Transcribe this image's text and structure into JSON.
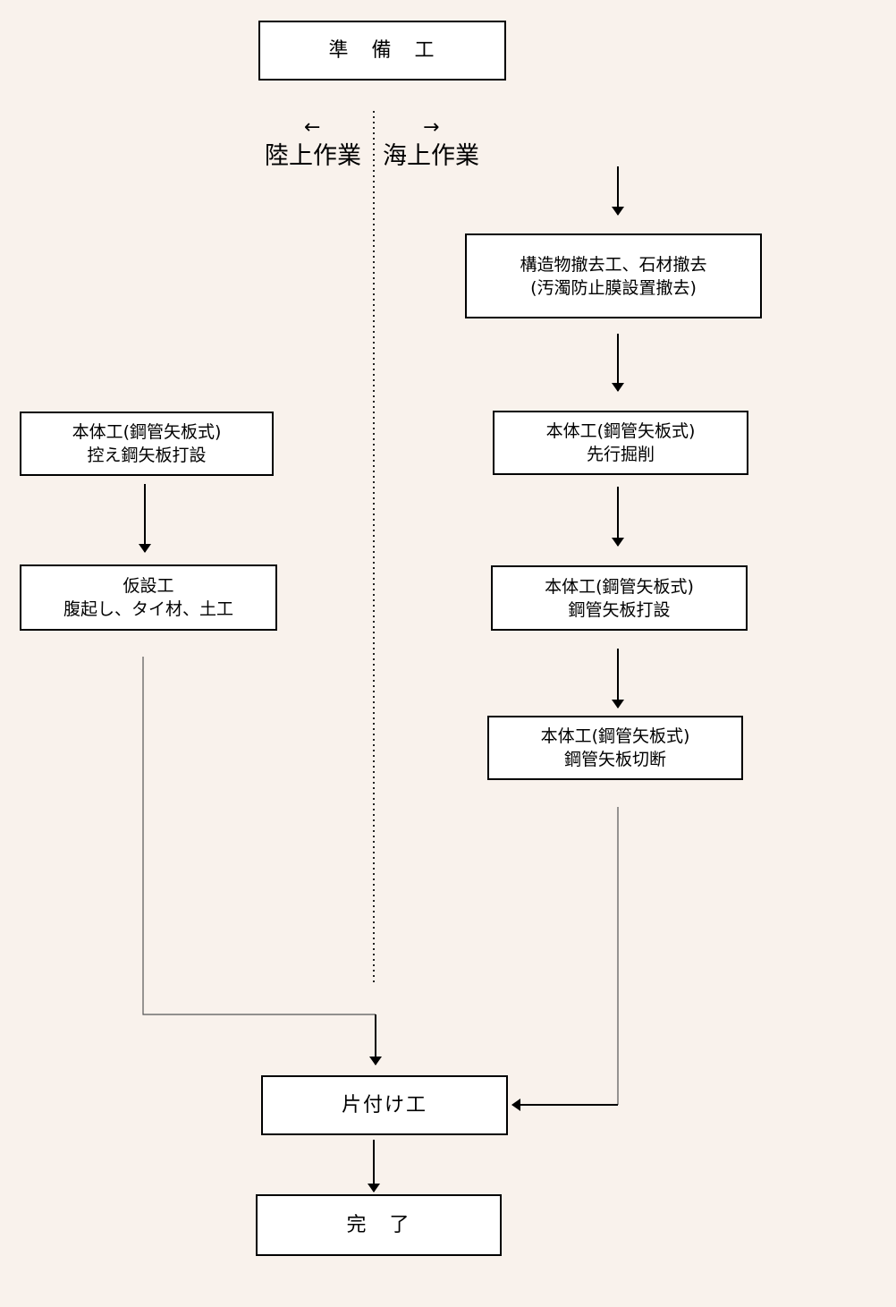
{
  "start": "準　備　工",
  "direction": {
    "land_arrow": "←",
    "land_label": "陸上作業",
    "sea_arrow": "→",
    "sea_label": "海上作業"
  },
  "sea_steps": [
    {
      "line1": "構造物撤去工、石材撤去",
      "line2": "(汚濁防止膜設置撤去)"
    },
    {
      "line1": "本体工(鋼管矢板式)",
      "line2": "先行掘削"
    },
    {
      "line1": "本体工(鋼管矢板式)",
      "line2": "鋼管矢板打設"
    },
    {
      "line1": "本体工(鋼管矢板式)",
      "line2": "鋼管矢板切断"
    }
  ],
  "land_steps": [
    {
      "line1": "本体工(鋼管矢板式)",
      "line2": "控え鋼矢板打設"
    },
    {
      "line1": "仮設工",
      "line2": "腹起し、タイ材、土工"
    }
  ],
  "cleanup": "片付け工",
  "end": "完　了"
}
